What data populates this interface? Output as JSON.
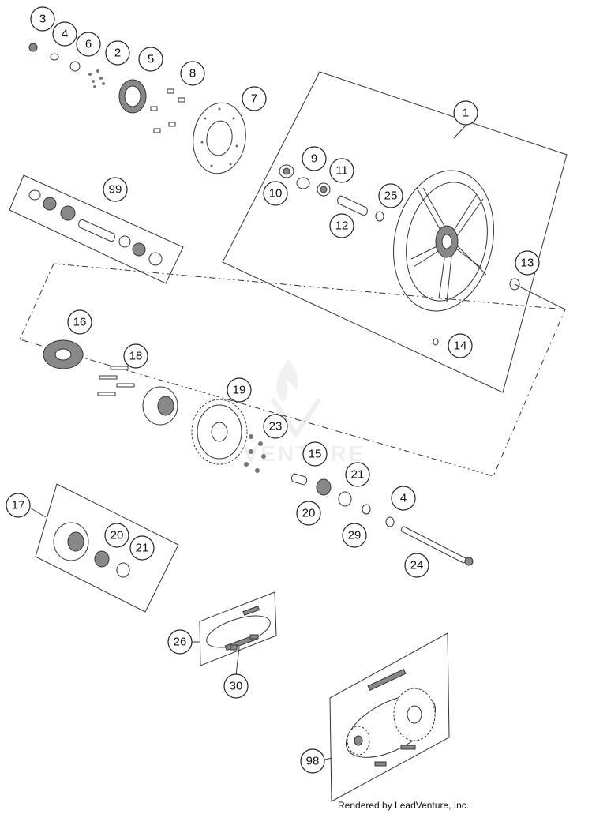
{
  "watermark": "ADVENTURE",
  "credit": "Rendered by LeadVenture, Inc.",
  "callouts": {
    "c1": "1",
    "c2": "2",
    "c3": "3",
    "c4a": "4",
    "c4b": "4",
    "c5": "5",
    "c6": "6",
    "c7": "7",
    "c8": "8",
    "c9": "9",
    "c10": "10",
    "c11": "11",
    "c12": "12",
    "c13": "13",
    "c14": "14",
    "c15": "15",
    "c16": "16",
    "c17": "17",
    "c18": "18",
    "c19": "19",
    "c20a": "20",
    "c20b": "20",
    "c21a": "21",
    "c21b": "21",
    "c23": "23",
    "c24": "24",
    "c25": "25",
    "c26": "26",
    "c29": "29",
    "c30": "30",
    "c98": "98",
    "c99": "99"
  }
}
